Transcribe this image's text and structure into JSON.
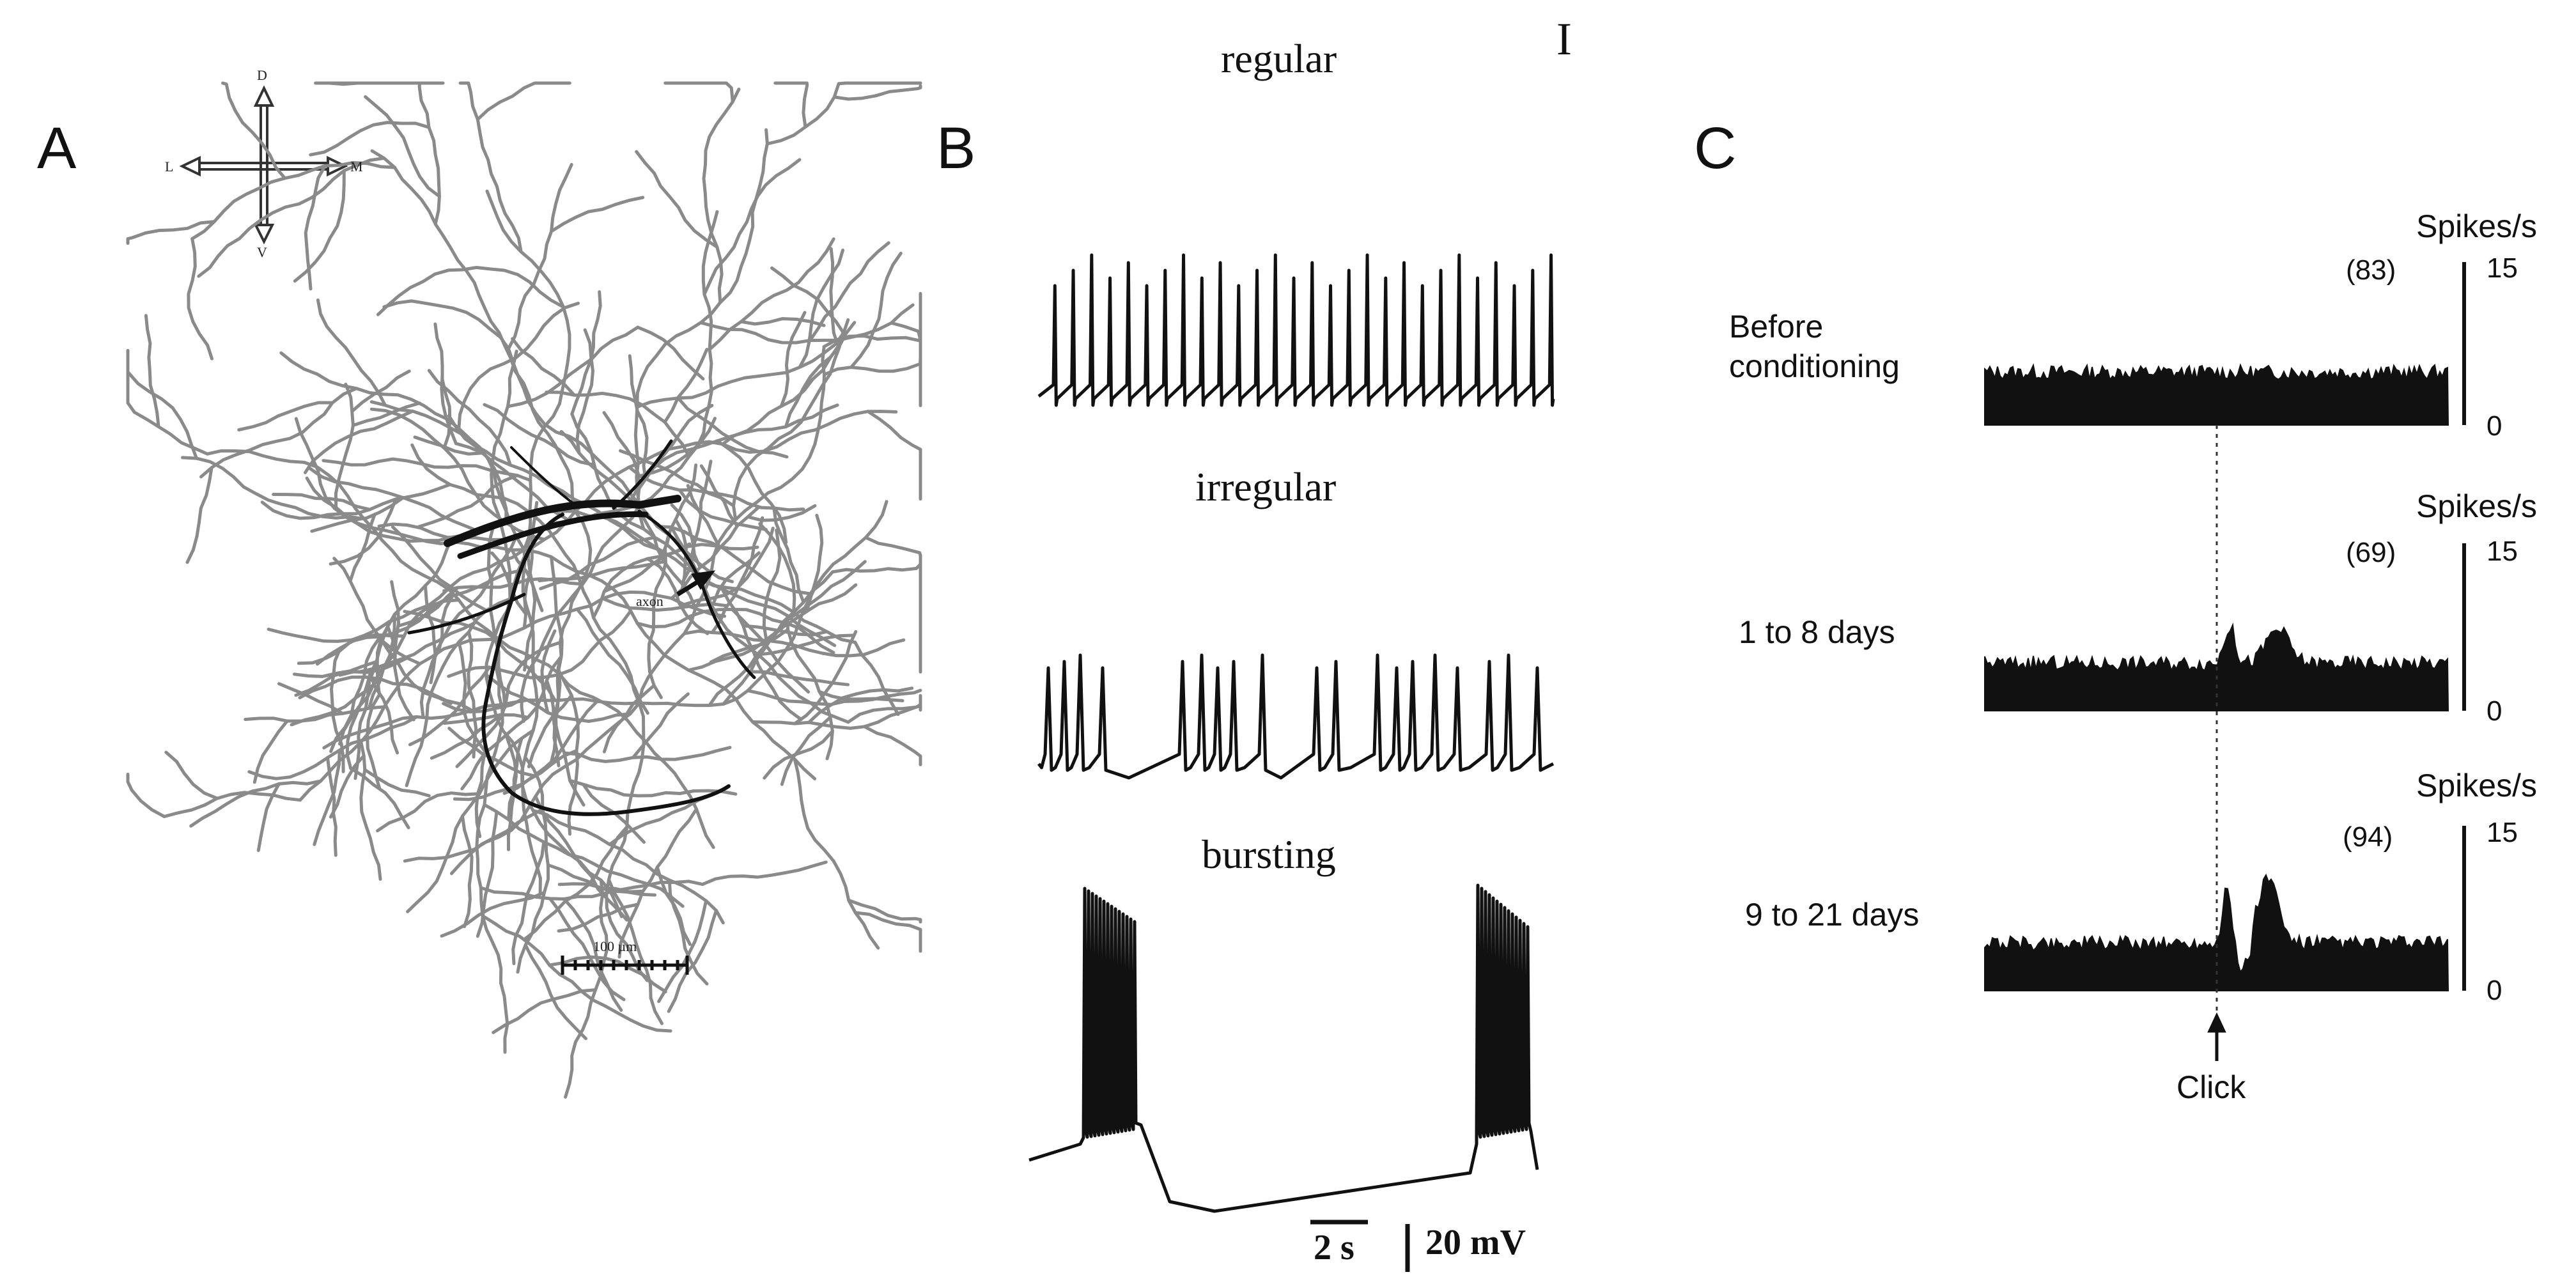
{
  "panel_a": {
    "letter": "A",
    "compass": {
      "d": "D",
      "v": "V",
      "l": "L",
      "m": "M"
    },
    "axon_label": "axon",
    "scale_bar_label": "100 µm",
    "neuron_color": "#8a8a8a",
    "soma_color": "#111111"
  },
  "panel_b": {
    "letter": "B",
    "corner_mark": "I",
    "traces": [
      {
        "label": "regular"
      },
      {
        "label": "irregular"
      },
      {
        "label": "bursting"
      }
    ],
    "time_scale": "2 s",
    "voltage_scale": "20 mV"
  },
  "panel_c": {
    "letter": "C",
    "stimulus_label": "Click",
    "histograms": [
      {
        "condition": "Before conditioning",
        "n_trials": "(83)",
        "unit": "Spikes/s",
        "y_max": "15",
        "y_min": "0",
        "baseline": 5
      },
      {
        "condition": "1 to 8 days",
        "n_trials": "(69)",
        "unit": "Spikes/s",
        "y_max": "15",
        "y_min": "0",
        "baseline": 4.5
      },
      {
        "condition": "9 to 21 days",
        "n_trials": "(94)",
        "unit": "Spikes/s",
        "y_max": "15",
        "y_min": "0",
        "baseline": 4.5
      }
    ]
  }
}
